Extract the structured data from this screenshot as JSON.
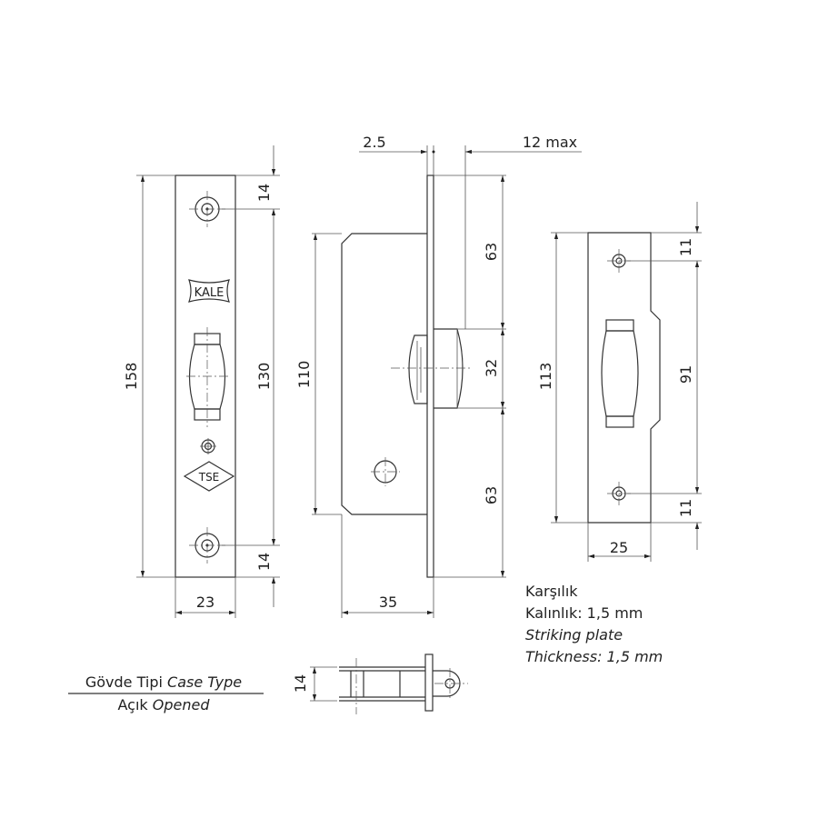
{
  "front_view": {
    "height_total": "158",
    "hole_spacing": "130",
    "hole_offset_top": "14",
    "hole_offset_bottom": "14",
    "width": "23",
    "logo_text": "KALE",
    "cert_text": "TSE"
  },
  "side_view": {
    "plate_thickness": "2.5",
    "latch_projection": "12 max",
    "body_height": "110",
    "upper_offset": "63",
    "latch_height": "32",
    "lower_offset": "63",
    "body_depth": "35"
  },
  "strike_plate": {
    "height": "113",
    "hole_spacing": "91",
    "hole_offset_top": "11",
    "hole_offset_bottom": "11",
    "width": "25",
    "notes": [
      "Karşılık",
      "Kalınlık: 1,5 mm",
      "Striking plate",
      "Thickness: 1,5 mm"
    ]
  },
  "bottom_view": {
    "thickness": "14"
  },
  "case_type": {
    "label_tr": "Gövde Tipi",
    "label_en": "Case Type",
    "value_tr": "Açık",
    "value_en": "Opened"
  }
}
